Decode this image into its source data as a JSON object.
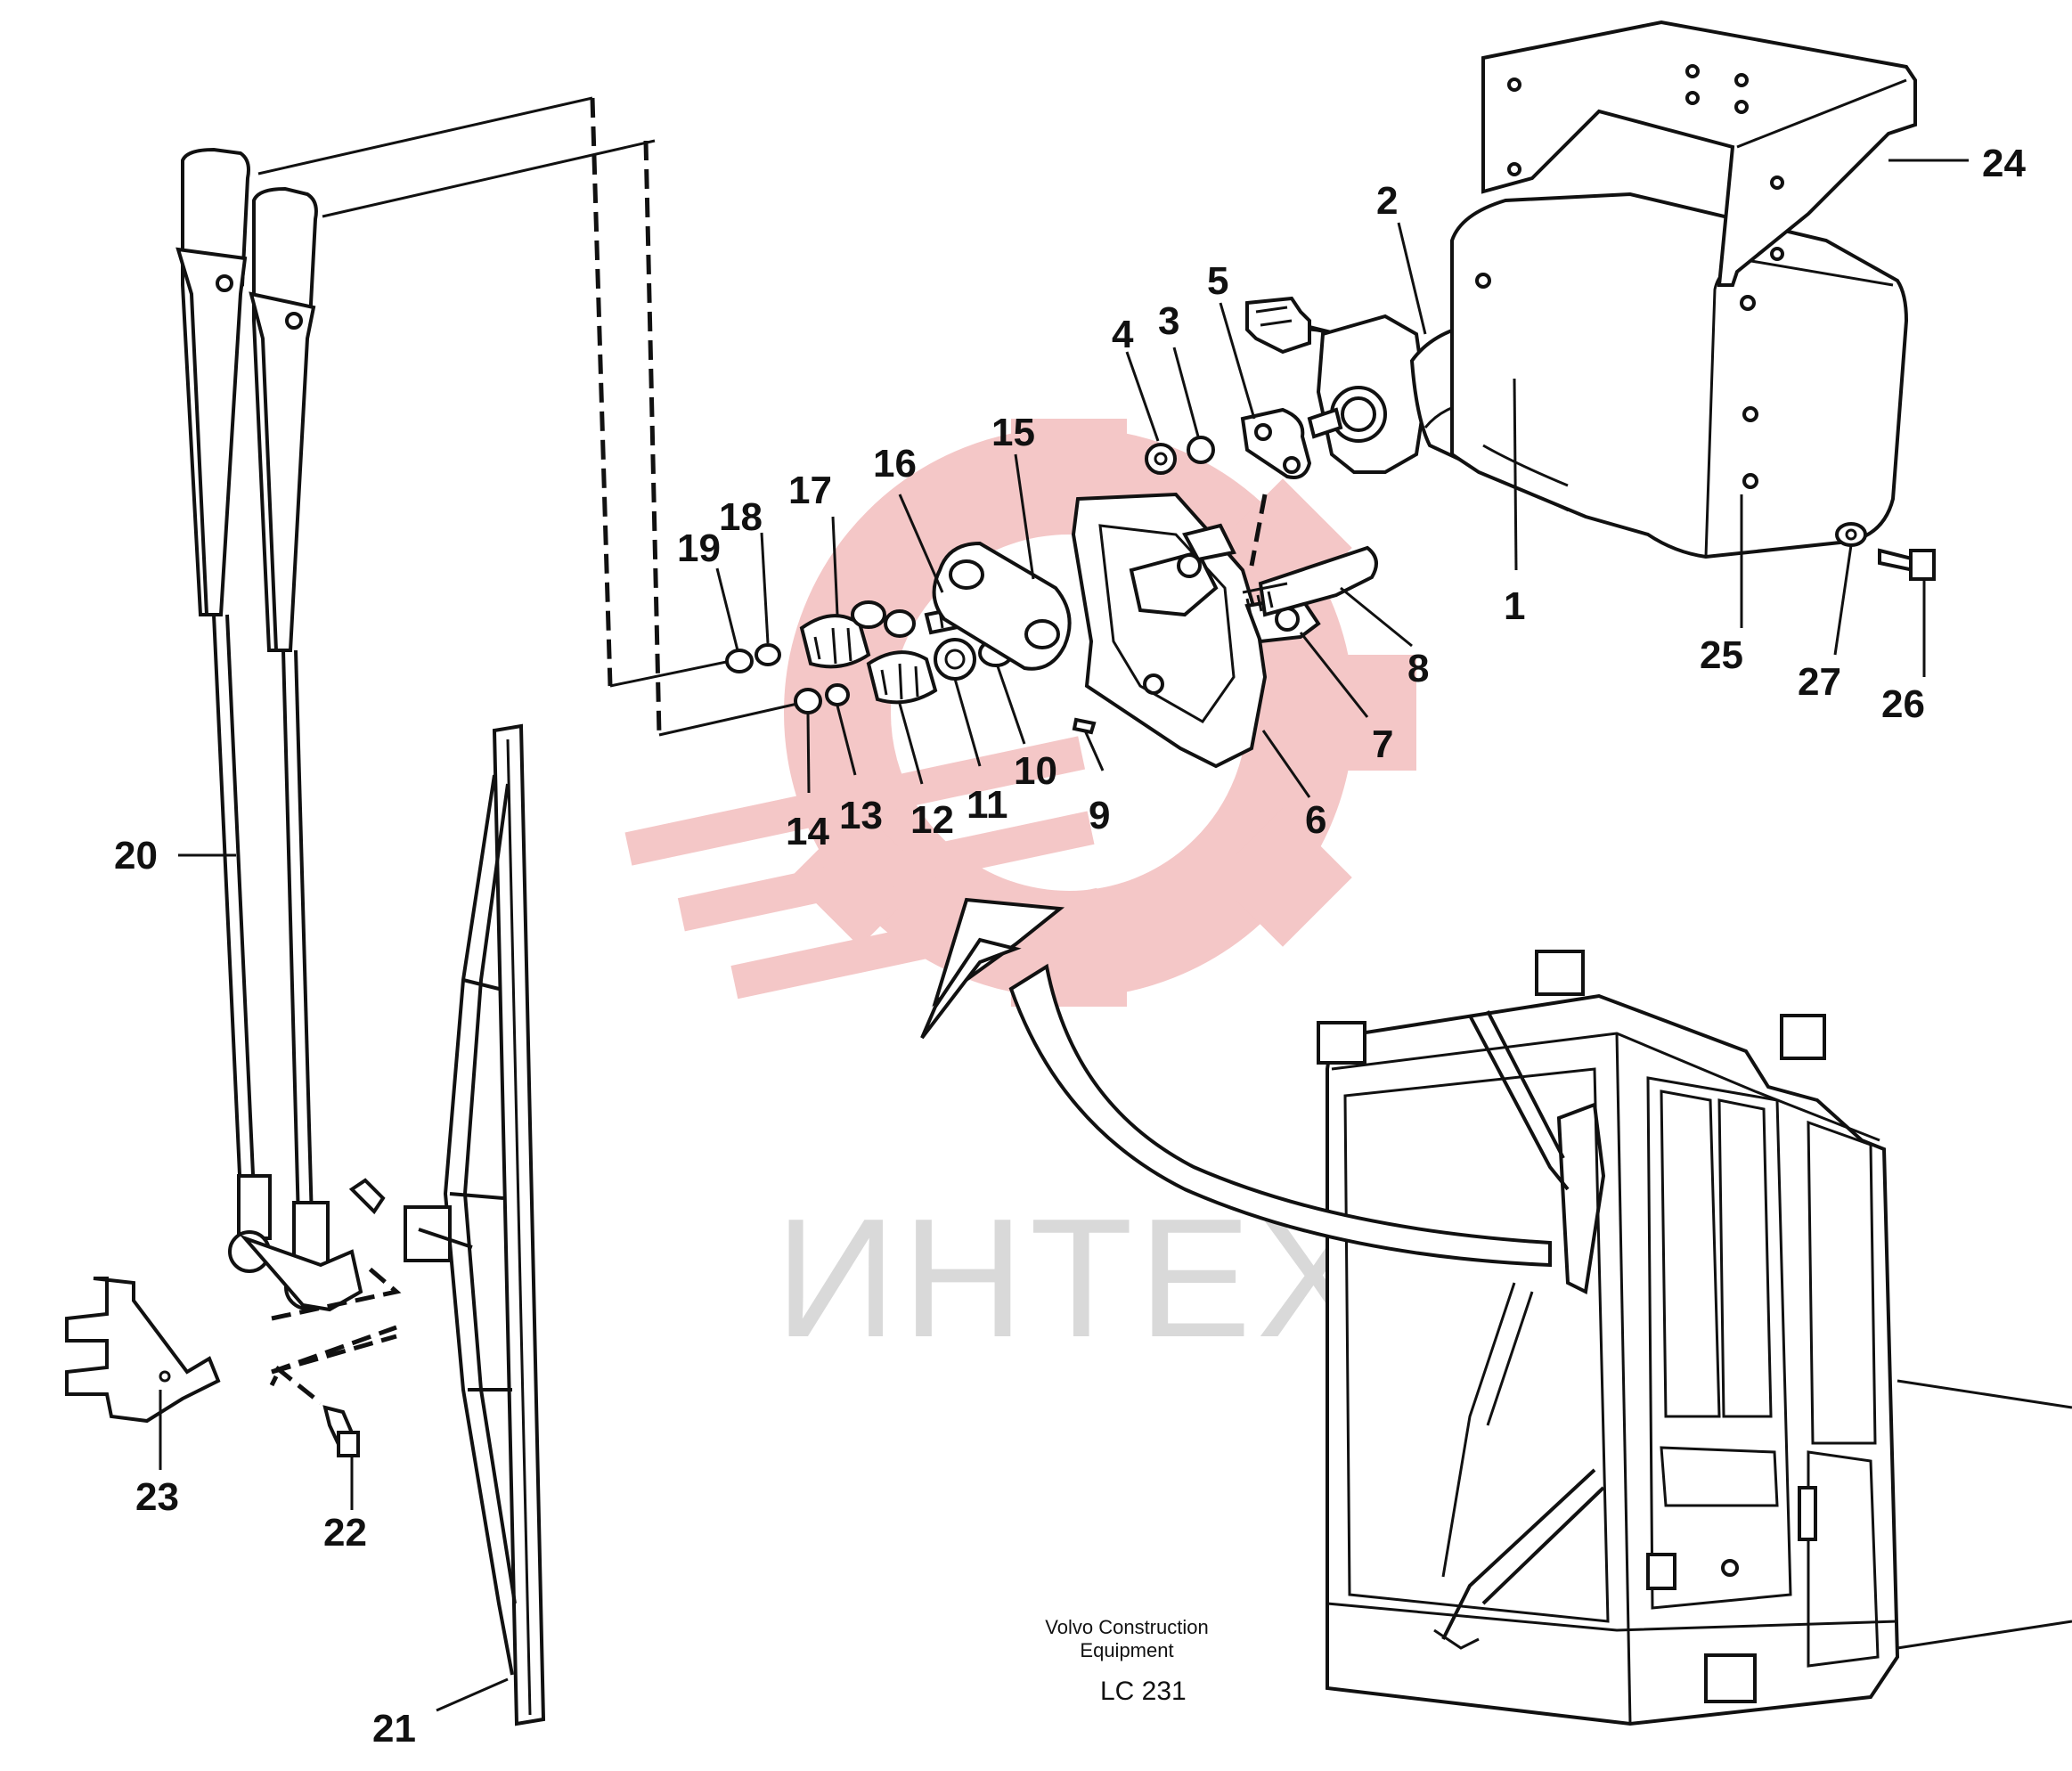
{
  "watermark": {
    "text": "ИНТЕХ",
    "gear_color": "#f3c1c1",
    "text_color": "#d9d9d9"
  },
  "credit": {
    "line1": "Volvo Construction",
    "line2": "Equipment",
    "code": "LC 231"
  },
  "callouts": [
    {
      "id": "1",
      "label": "1"
    },
    {
      "id": "2",
      "label": "2"
    },
    {
      "id": "3",
      "label": "3"
    },
    {
      "id": "4",
      "label": "4"
    },
    {
      "id": "5",
      "label": "5"
    },
    {
      "id": "6",
      "label": "6"
    },
    {
      "id": "7",
      "label": "7"
    },
    {
      "id": "8",
      "label": "8"
    },
    {
      "id": "9",
      "label": "9"
    },
    {
      "id": "10",
      "label": "10"
    },
    {
      "id": "11",
      "label": "11"
    },
    {
      "id": "12",
      "label": "12"
    },
    {
      "id": "13",
      "label": "13"
    },
    {
      "id": "14",
      "label": "14"
    },
    {
      "id": "15",
      "label": "15"
    },
    {
      "id": "16",
      "label": "16"
    },
    {
      "id": "17",
      "label": "17"
    },
    {
      "id": "18",
      "label": "18"
    },
    {
      "id": "19",
      "label": "19"
    },
    {
      "id": "20",
      "label": "20"
    },
    {
      "id": "21",
      "label": "21"
    },
    {
      "id": "22",
      "label": "22"
    },
    {
      "id": "23",
      "label": "23"
    },
    {
      "id": "24",
      "label": "24"
    },
    {
      "id": "25",
      "label": "25"
    },
    {
      "id": "26",
      "label": "26"
    },
    {
      "id": "27",
      "label": "27"
    }
  ]
}
